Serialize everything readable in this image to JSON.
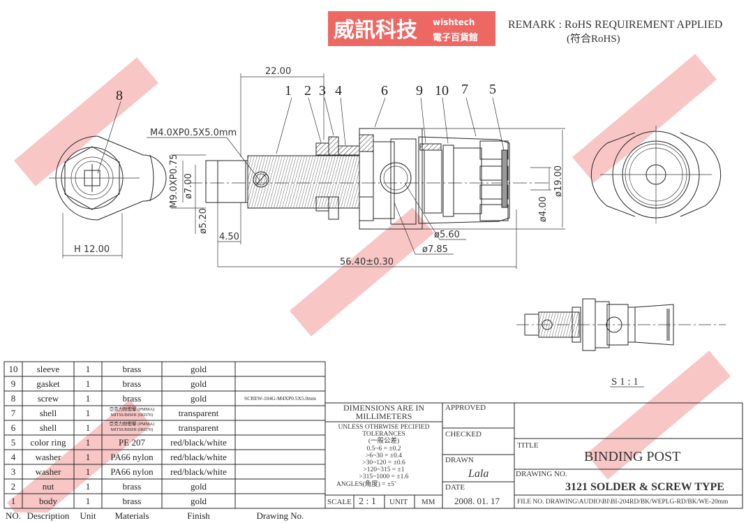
{
  "remark": {
    "line1": "REMARK : RoHS REQUIREMENT APPLIED",
    "line2": "(符合RoHS)"
  },
  "balloons": [
    "1",
    "2",
    "3",
    "4",
    "6",
    "9",
    "10",
    "7",
    "5",
    "8"
  ],
  "dimensions": {
    "length_22": "22.00",
    "screw": "M4.0XP0.5X5.0mm",
    "thread": "M9.0XP0.75",
    "d7": "ø7.00",
    "d52": "ø5.20",
    "l45": "4.50",
    "total": "56.40±0.30",
    "d56": "ø5.60",
    "d785": "ø7.85",
    "d4": "ø4.00",
    "d19": "ø19.00",
    "h12": "H  12.00"
  },
  "scale_note": "S 1 : 1",
  "watermark": {
    "cn": "威訊科技",
    "en": "wishtech",
    "cn2": "電子百貨館"
  },
  "bom": {
    "headers": [
      "NO.",
      "Description",
      "Unit",
      "Materials",
      "Finish",
      "Drawing No."
    ],
    "rows": [
      {
        "no": "10",
        "desc": "sleeve",
        "unit": "1",
        "mat": "brass",
        "mat2": "",
        "finish": "gold",
        "dwg": ""
      },
      {
        "no": "9",
        "desc": "gasket",
        "unit": "1",
        "mat": "brass",
        "mat2": "",
        "finish": "gold",
        "dwg": ""
      },
      {
        "no": "8",
        "desc": "screw",
        "unit": "1",
        "mat": "brass",
        "mat2": "",
        "finish": "gold",
        "dwg": "SCREW-104G-M4XP0.5X5.0mm"
      },
      {
        "no": "7",
        "desc": "shell",
        "unit": "1",
        "mat": "亞克力耐衝擊 (PMMA)",
        "mat2": "MITSUBISHI (IRD70)",
        "finish": "transparent",
        "dwg": ""
      },
      {
        "no": "6",
        "desc": "shell",
        "unit": "1",
        "mat": "亞克力耐衝擊 (PMMA)",
        "mat2": "MITSUBISHI (IRD70)",
        "finish": "transparent",
        "dwg": ""
      },
      {
        "no": "5",
        "desc": "color ring",
        "unit": "1",
        "mat": "PE 207",
        "mat2": "",
        "finish": "red/black/white",
        "dwg": ""
      },
      {
        "no": "4",
        "desc": "washer",
        "unit": "1",
        "mat": "PA66 nylon",
        "mat2": "",
        "finish": "red/black/white",
        "dwg": ""
      },
      {
        "no": "3",
        "desc": "washer",
        "unit": "1",
        "mat": "PA66 nylon",
        "mat2": "",
        "finish": "red/black/white",
        "dwg": ""
      },
      {
        "no": "2",
        "desc": "nut",
        "unit": "1",
        "mat": "brass",
        "mat2": "",
        "finish": "gold",
        "dwg": ""
      },
      {
        "no": "1",
        "desc": "body",
        "unit": "1",
        "mat": "brass",
        "mat2": "",
        "finish": "gold",
        "dwg": ""
      }
    ]
  },
  "title_block": {
    "dims_line1": "DIMENSIONS ARE IN",
    "dims_line2": "MILLIMETERS",
    "tol_title1": "UNLESS OTHRWISE PECIFIED",
    "tol_title2": "TOLERANCES",
    "tol_title3": "(一般公差)",
    "tolerances": [
      "0.5~6 = ±0.2",
      ">6~30 = ±0.4",
      ">30~120 = ±0.6",
      ">120~315 = ±1",
      ">315~1000 = ±1.6",
      "ANGLES(角度) = ±5˚"
    ],
    "scale_label": "SCALE",
    "scale_value": "2 : 1",
    "unit_label": "UNIT",
    "unit_value": "MM",
    "approved": "APPROVED",
    "checked": "CHECKED",
    "drawn": "DRAWN",
    "drawn_by": "Lala",
    "date_label": "DATE",
    "date": "2008. 01. 17",
    "title_label": "TITLE",
    "title": "BINDING POST",
    "drawing_no_label": "DRAWING NO.",
    "drawing_no": "3121  SOLDER & SCREW TYPE",
    "file_no": "FILE NO. DRAWING\\AUDIO\\BI\\BI-204RD/BK/WEPLG-RD/BK/WE-20mm"
  },
  "colors": {
    "watermark": "#e8413c",
    "line": "#222222",
    "ring": "#999999"
  }
}
